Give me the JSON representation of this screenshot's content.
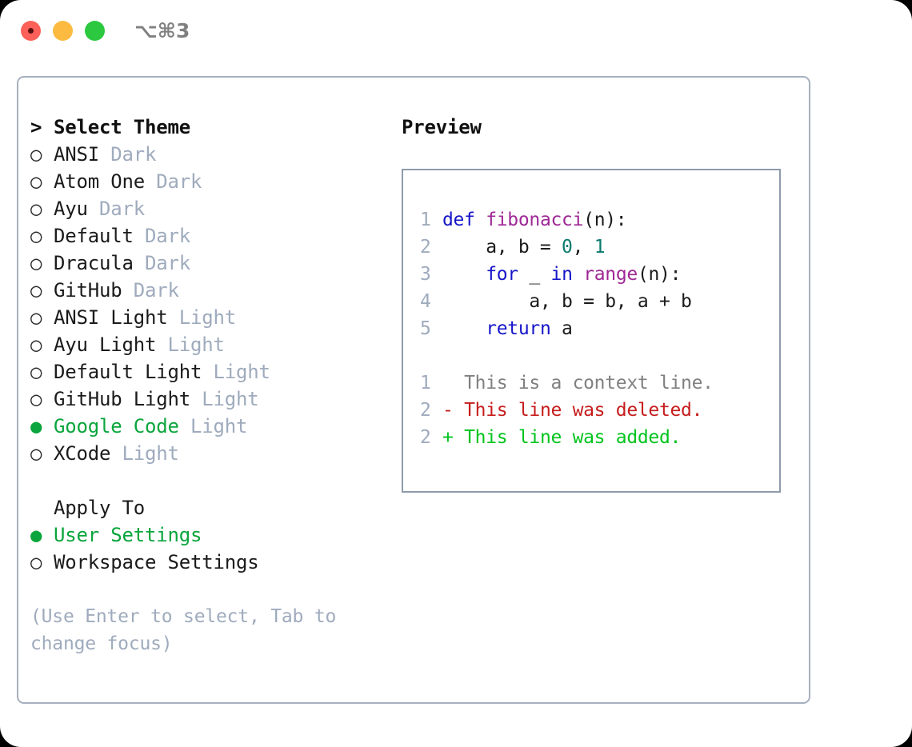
{
  "window": {
    "traffic_lights": [
      "close",
      "minimize",
      "maximize"
    ],
    "shortcut_label": "⌥⌘3",
    "colors": {
      "close": "#fc6058",
      "minimize": "#fcbb40",
      "maximize": "#2bc840",
      "panel_border": "#a6b0bf",
      "code_border": "#8e9bab",
      "accent_green": "#0aa53c",
      "muted": "#9fabbd"
    }
  },
  "theme_picker": {
    "title": "Select Theme",
    "caret": ">",
    "bullet_unselected": "○",
    "bullet_selected": "●",
    "items": [
      {
        "label": "ANSI",
        "badge": "Dark",
        "selected": false
      },
      {
        "label": "Atom One",
        "badge": "Dark",
        "selected": false
      },
      {
        "label": "Ayu",
        "badge": "Dark",
        "selected": false
      },
      {
        "label": "Default",
        "badge": "Dark",
        "selected": false
      },
      {
        "label": "Dracula",
        "badge": "Dark",
        "selected": false
      },
      {
        "label": "GitHub",
        "badge": "Dark",
        "selected": false
      },
      {
        "label": "ANSI Light",
        "badge": "Light",
        "selected": false
      },
      {
        "label": "Ayu Light",
        "badge": "Light",
        "selected": false
      },
      {
        "label": "Default Light",
        "badge": "Light",
        "selected": false
      },
      {
        "label": "GitHub Light",
        "badge": "Light",
        "selected": false
      },
      {
        "label": "Google Code",
        "badge": "Light",
        "selected": true
      },
      {
        "label": "XCode",
        "badge": "Light",
        "selected": false
      }
    ]
  },
  "apply_to": {
    "title": "Apply To",
    "items": [
      {
        "label": "User Settings",
        "selected": true
      },
      {
        "label": "Workspace Settings",
        "selected": false
      }
    ]
  },
  "hint": {
    "line1": "(Use Enter to select, Tab to",
    "line2": "change focus)"
  },
  "preview": {
    "title": "Preview",
    "code_lines": [
      {
        "num": "1",
        "tokens": [
          {
            "t": "def ",
            "c": "kw"
          },
          {
            "t": "fibonacci",
            "c": "fn"
          },
          {
            "t": "(n):",
            "c": "txt"
          }
        ]
      },
      {
        "num": "2",
        "tokens": [
          {
            "t": "    a, b = ",
            "c": "txt"
          },
          {
            "t": "0",
            "c": "num"
          },
          {
            "t": ", ",
            "c": "txt"
          },
          {
            "t": "1",
            "c": "num"
          }
        ]
      },
      {
        "num": "3",
        "tokens": [
          {
            "t": "    ",
            "c": "txt"
          },
          {
            "t": "for",
            "c": "kw"
          },
          {
            "t": " _ ",
            "c": "txt"
          },
          {
            "t": "in",
            "c": "kw"
          },
          {
            "t": " ",
            "c": "txt"
          },
          {
            "t": "range",
            "c": "fn"
          },
          {
            "t": "(n):",
            "c": "txt"
          }
        ]
      },
      {
        "num": "4",
        "tokens": [
          {
            "t": "        a, b = b, a + b",
            "c": "txt"
          }
        ]
      },
      {
        "num": "5",
        "tokens": [
          {
            "t": "    ",
            "c": "txt"
          },
          {
            "t": "return",
            "c": "kw"
          },
          {
            "t": " a",
            "c": "txt"
          }
        ]
      }
    ],
    "diff_lines": [
      {
        "num": "1",
        "marker": " ",
        "text": " This is a context line.",
        "kind": "ctx"
      },
      {
        "num": "2",
        "marker": "-",
        "text": " This line was deleted.",
        "kind": "del"
      },
      {
        "num": "2",
        "marker": "+",
        "text": " This line was added.",
        "kind": "add"
      }
    ]
  }
}
